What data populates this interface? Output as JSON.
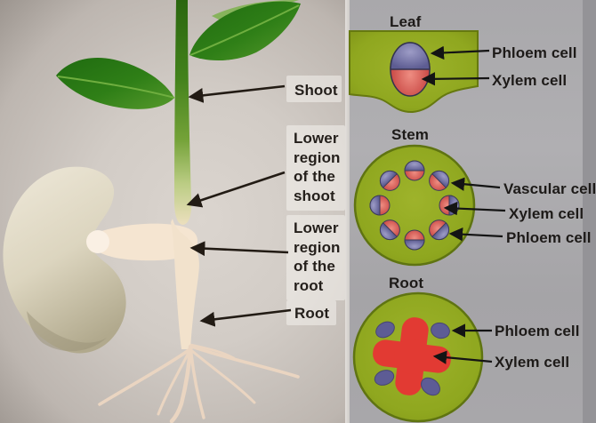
{
  "seedling": {
    "labels": {
      "shoot": "Shoot",
      "lower_shoot": "Lower region of the shoot",
      "lower_root": "Lower region of the root",
      "root": "Root"
    }
  },
  "cross_sections": [
    {
      "title": "Leaf",
      "callouts": [
        "Phloem cell",
        "Xylem cell"
      ]
    },
    {
      "title": "Stem",
      "callouts": [
        "Vascular cell",
        "Xylem cell",
        "Phloem cell"
      ]
    },
    {
      "title": "Root",
      "callouts": [
        "Phloem cell",
        "Xylem cell"
      ]
    }
  ],
  "colors": {
    "tissue_green": "#8fa71f",
    "phloem_purple": "#7877ab",
    "xylem_red": "#cf4040",
    "root_xylem_red": "#e23a33",
    "root_phloem_purple": "#5d5c95",
    "left_background": "#d2ccc6",
    "right_background": "#a7a6a9",
    "text": "#241f1b"
  }
}
